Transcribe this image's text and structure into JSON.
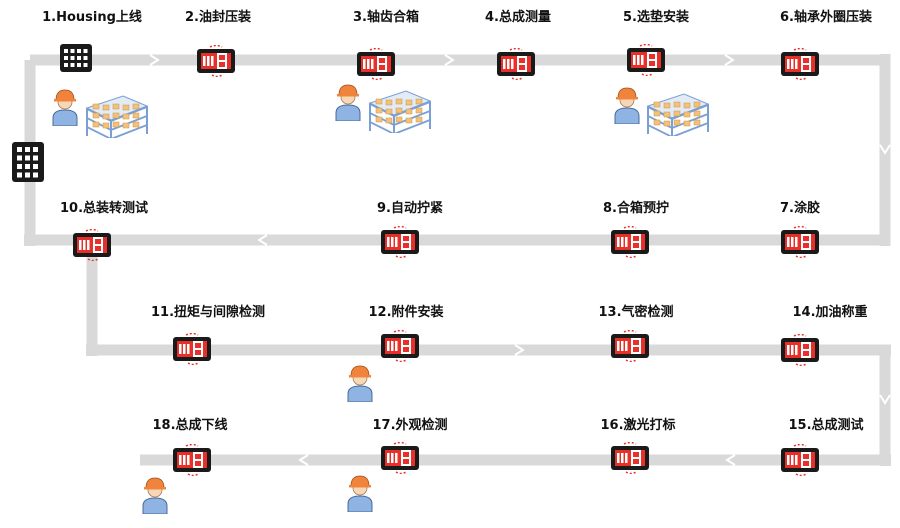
{
  "steps": [
    {
      "label": "1.Housing上线",
      "kind": "housing-feeder",
      "operator": true,
      "rack": true
    },
    {
      "label": "2.油封压装",
      "kind": "station",
      "operator": false,
      "rack": false
    },
    {
      "label": "3.轴齿合箱",
      "kind": "station",
      "operator": true,
      "rack": true
    },
    {
      "label": "4.总成测量",
      "kind": "station",
      "operator": false,
      "rack": false
    },
    {
      "label": "5.选垫安装",
      "kind": "station",
      "operator": true,
      "rack": true
    },
    {
      "label": "6.轴承外圈压装",
      "kind": "station",
      "operator": false,
      "rack": false
    },
    {
      "label": "7.涂胶",
      "kind": "station",
      "operator": false,
      "rack": false
    },
    {
      "label": "8.合箱预拧",
      "kind": "station",
      "operator": false,
      "rack": false
    },
    {
      "label": "9.自动拧紧",
      "kind": "station",
      "operator": false,
      "rack": false
    },
    {
      "label": "10.总装转测试",
      "kind": "station",
      "operator": false,
      "rack": false
    },
    {
      "label": "11.扭矩与间隙检测",
      "kind": "station",
      "operator": false,
      "rack": false
    },
    {
      "label": "12.附件安装",
      "kind": "station",
      "operator": true,
      "rack": false
    },
    {
      "label": "13.气密检测",
      "kind": "station",
      "operator": false,
      "rack": false
    },
    {
      "label": "14.加油称重",
      "kind": "station",
      "operator": false,
      "rack": false
    },
    {
      "label": "15.总成测试",
      "kind": "station",
      "operator": false,
      "rack": false
    },
    {
      "label": "16.激光打标",
      "kind": "station",
      "operator": false,
      "rack": false
    },
    {
      "label": "17.外观检测",
      "kind": "station",
      "operator": true,
      "rack": false
    },
    {
      "label": "18.总成下线",
      "kind": "station",
      "operator": true,
      "rack": false
    }
  ],
  "side_feeder": {
    "kind": "housing-feeder"
  },
  "colors": {
    "conveyor": "#d9d9d9",
    "station_red": "#e8302a",
    "station_frame": "#1a1a1a",
    "helmet": "#f0843c",
    "operator_body": "#8fb4e3",
    "rack_blue": "#7a9fd6",
    "rack_box": "#f2c27a"
  }
}
